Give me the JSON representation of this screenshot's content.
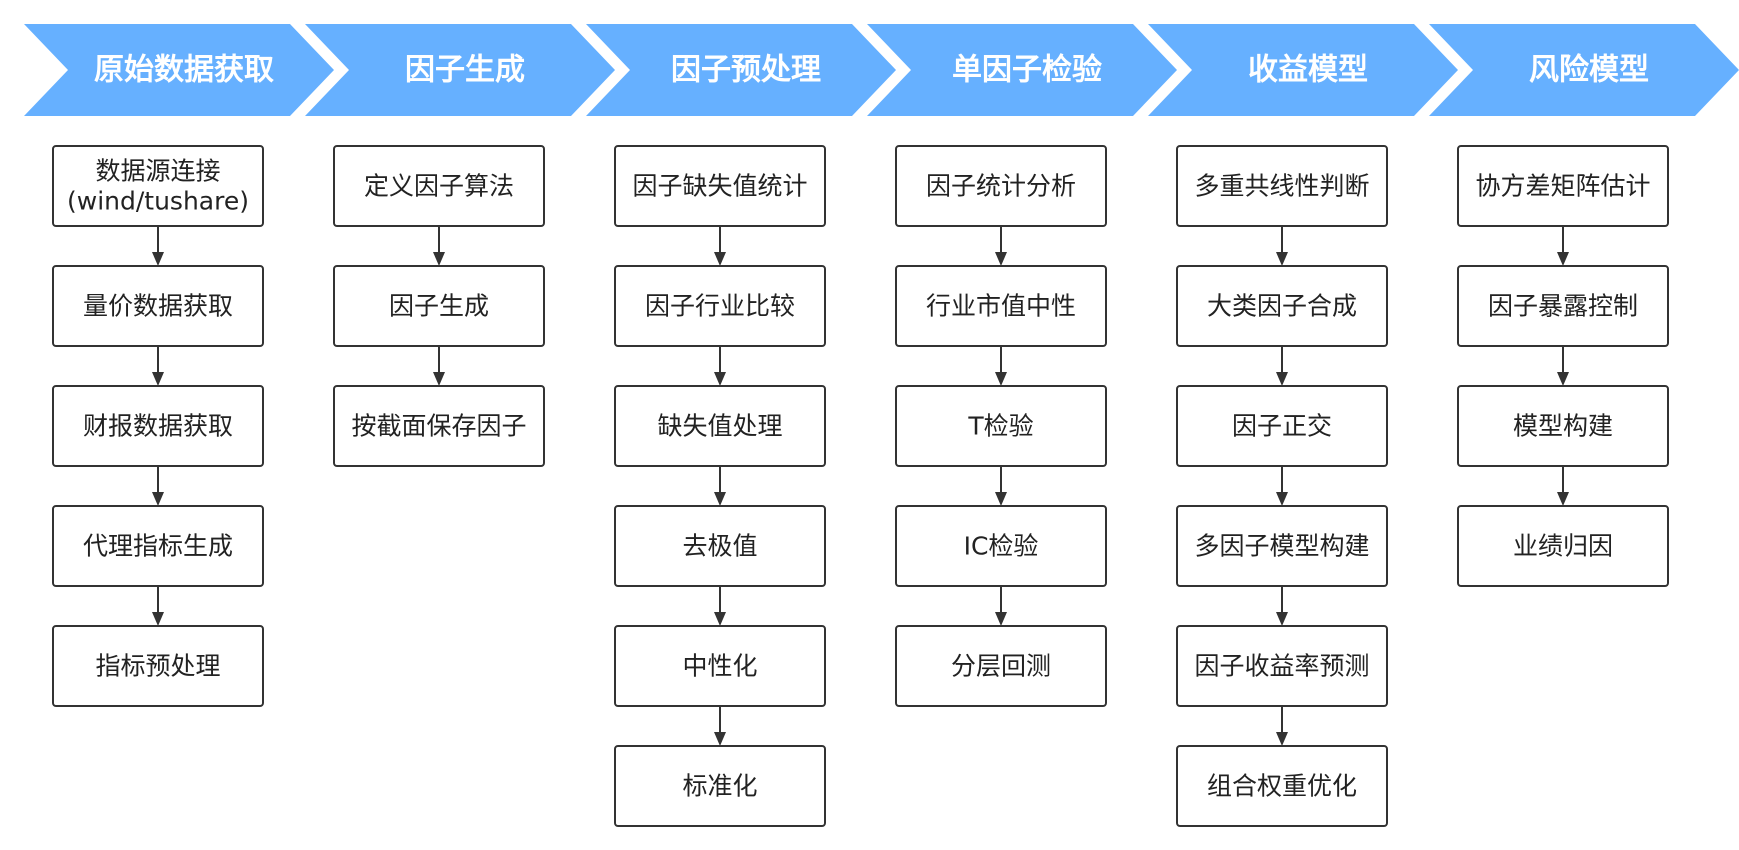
{
  "colors": {
    "chevron": "#66b0ff",
    "chevron_text": "#ffffff",
    "box_border": "#333333",
    "box_text": "#222222",
    "arrow": "#333333"
  },
  "stages": [
    {
      "title": "原始数据获取",
      "steps": [
        [
          "数据源连接",
          "(wind/tushare)"
        ],
        [
          "量价数据获取"
        ],
        [
          "财报数据获取"
        ],
        [
          "代理指标生成"
        ],
        [
          "指标预处理"
        ]
      ]
    },
    {
      "title": "因子生成",
      "steps": [
        [
          "定义因子算法"
        ],
        [
          "因子生成"
        ],
        [
          "按截面保存因子"
        ]
      ]
    },
    {
      "title": "因子预处理",
      "steps": [
        [
          "因子缺失值统计"
        ],
        [
          "因子行业比较"
        ],
        [
          "缺失值处理"
        ],
        [
          "去极值"
        ],
        [
          "中性化"
        ],
        [
          "标准化"
        ]
      ]
    },
    {
      "title": "单因子检验",
      "steps": [
        [
          "因子统计分析"
        ],
        [
          "行业市值中性"
        ],
        [
          "T检验"
        ],
        [
          "IC检验"
        ],
        [
          "分层回测"
        ]
      ]
    },
    {
      "title": "收益模型",
      "steps": [
        [
          "多重共线性判断"
        ],
        [
          "大类因子合成"
        ],
        [
          "因子正交"
        ],
        [
          "多因子模型构建"
        ],
        [
          "因子收益率预测"
        ],
        [
          "组合权重优化"
        ]
      ]
    },
    {
      "title": "风险模型",
      "steps": [
        [
          "协方差矩阵估计"
        ],
        [
          "因子暴露控制"
        ],
        [
          "模型构建"
        ],
        [
          "业绩归因"
        ]
      ]
    }
  ]
}
